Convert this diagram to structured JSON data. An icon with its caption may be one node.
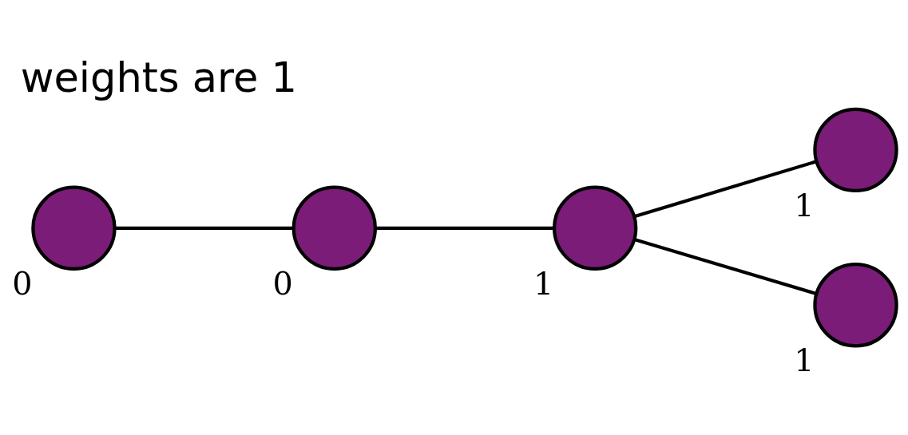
{
  "diagram": {
    "title": "weights are 1",
    "nodes": [
      {
        "text": [],
        "shape": "circle",
        "beside": [
          "0"
        ]
      },
      {
        "text": [],
        "shape": "circle",
        "beside": [
          "0"
        ]
      },
      {
        "text": [],
        "shape": "circle",
        "beside": [
          "1"
        ]
      },
      {
        "text": [],
        "shape": "circle",
        "beside": [
          "1"
        ]
      },
      {
        "text": [],
        "shape": "circle",
        "beside": [
          "1"
        ]
      }
    ],
    "edges": [
      {
        "from": 0,
        "to": 1,
        "arrow": "none"
      },
      {
        "from": 1,
        "to": 2,
        "arrow": "none"
      },
      {
        "from": 2,
        "to": 3,
        "arrow": "none"
      },
      {
        "from": 2,
        "to": 4,
        "arrow": "none"
      }
    ]
  }
}
